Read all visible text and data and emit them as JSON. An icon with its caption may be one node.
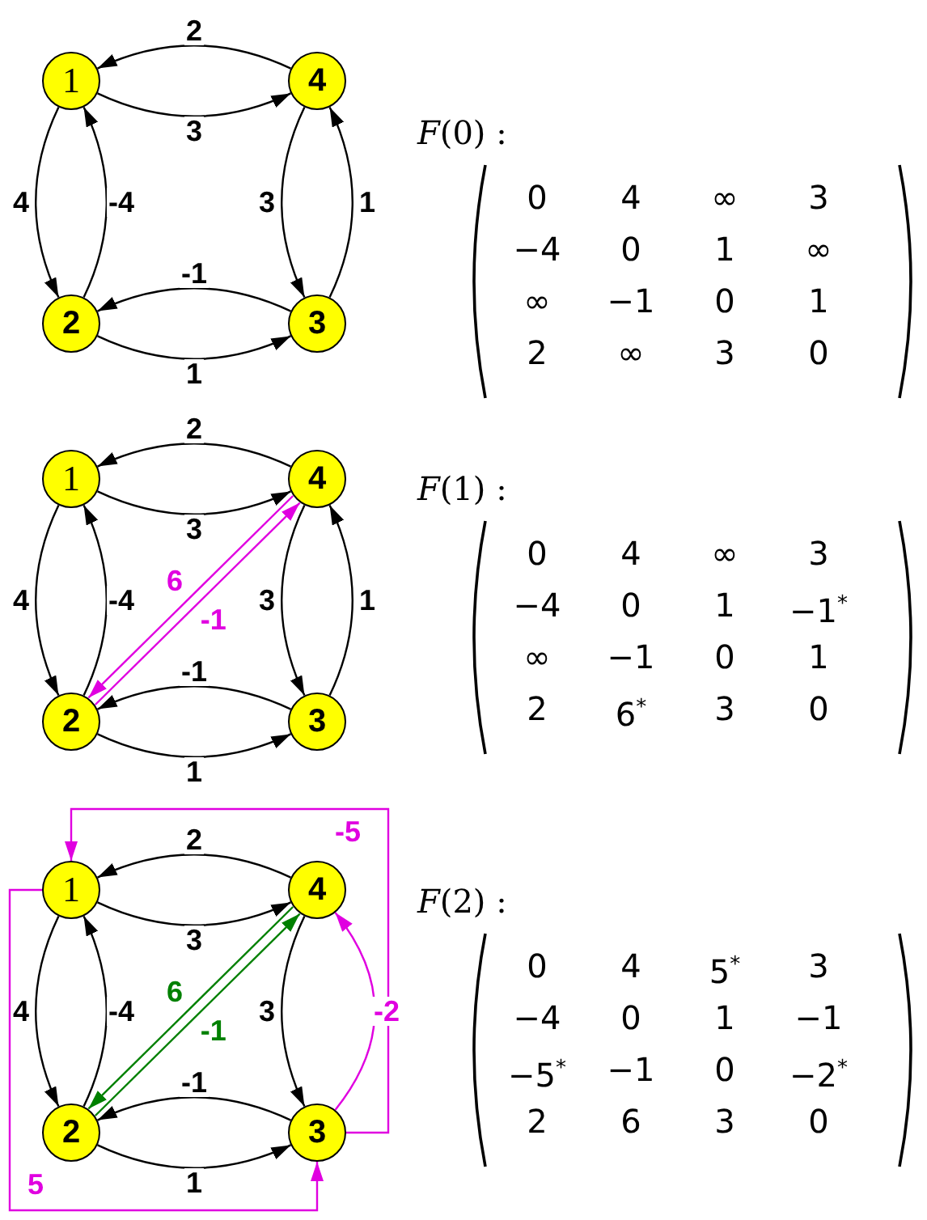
{
  "diagram": {
    "nodes": [
      {
        "text": [
          "1"
        ]
      },
      {
        "text": [
          "4"
        ]
      },
      {
        "text": [
          "2"
        ]
      },
      {
        "text": [
          "3"
        ]
      },
      {
        "text": [
          "1"
        ]
      },
      {
        "text": [
          "4"
        ]
      },
      {
        "text": [
          "2"
        ]
      },
      {
        "text": [
          "3"
        ]
      },
      {
        "text": [
          "1"
        ]
      },
      {
        "text": [
          "4"
        ]
      },
      {
        "text": [
          "2"
        ]
      },
      {
        "text": [
          "3"
        ]
      }
    ],
    "edges": [
      {
        "from": 1,
        "to": 0,
        "arrow": "to",
        "label": "2"
      },
      {
        "from": 0,
        "to": 1,
        "arrow": "to",
        "label": "3"
      },
      {
        "from": 0,
        "to": 2,
        "arrow": "to",
        "label": "4"
      },
      {
        "from": 2,
        "to": 0,
        "arrow": "to",
        "label": "-4"
      },
      {
        "from": 1,
        "to": 3,
        "arrow": "to",
        "label": "3"
      },
      {
        "from": 3,
        "to": 1,
        "arrow": "to",
        "label": "1"
      },
      {
        "from": 3,
        "to": 2,
        "arrow": "to",
        "label": "-1"
      },
      {
        "from": 2,
        "to": 3,
        "arrow": "to",
        "label": "1"
      },
      {
        "from": 5,
        "to": 4,
        "arrow": "to",
        "label": "2"
      },
      {
        "from": 4,
        "to": 5,
        "arrow": "to",
        "label": "3"
      },
      {
        "from": 4,
        "to": 6,
        "arrow": "to",
        "label": "4"
      },
      {
        "from": 6,
        "to": 4,
        "arrow": "to",
        "label": "-4"
      },
      {
        "from": 5,
        "to": 7,
        "arrow": "to",
        "label": "3"
      },
      {
        "from": 7,
        "to": 5,
        "arrow": "to",
        "label": "1"
      },
      {
        "from": 7,
        "to": 6,
        "arrow": "to",
        "label": "-1"
      },
      {
        "from": 6,
        "to": 7,
        "arrow": "to",
        "label": "1"
      },
      {
        "from": 5,
        "to": 6,
        "arrow": "to",
        "label": "6",
        "color": "#e000e0"
      },
      {
        "from": 6,
        "to": 5,
        "arrow": "to",
        "label": "-1",
        "color": "#e000e0"
      },
      {
        "from": 9,
        "to": 8,
        "arrow": "to",
        "label": "2"
      },
      {
        "from": 8,
        "to": 9,
        "arrow": "to",
        "label": "3"
      },
      {
        "from": 8,
        "to": 10,
        "arrow": "to",
        "label": "4"
      },
      {
        "from": 10,
        "to": 8,
        "arrow": "to",
        "label": "-4"
      },
      {
        "from": 9,
        "to": 11,
        "arrow": "to",
        "label": "3"
      },
      {
        "from": 11,
        "to": 9,
        "arrow": "to",
        "label": "-2",
        "color": "#e000e0"
      },
      {
        "from": 11,
        "to": 10,
        "arrow": "to",
        "label": "-1"
      },
      {
        "from": 10,
        "to": 11,
        "arrow": "to",
        "label": "1"
      },
      {
        "from": 9,
        "to": 10,
        "arrow": "to",
        "label": "6",
        "color": "#008000"
      },
      {
        "from": 10,
        "to": 9,
        "arrow": "to",
        "label": "-1",
        "color": "#008000"
      },
      {
        "from": 11,
        "to": 8,
        "arrow": "to",
        "label": "-5",
        "color": "#e000e0"
      },
      {
        "from": 8,
        "to": 11,
        "arrow": "to",
        "label": "5",
        "color": "#e000e0"
      }
    ],
    "labels": [
      "*F*(0) :",
      "0",
      "4",
      "∞",
      "3",
      "−4",
      "0",
      "1",
      "∞",
      "∞",
      "−1",
      "0",
      "1",
      "2",
      "∞",
      "3",
      "0",
      "*F*(1) :",
      "0",
      "4",
      "∞",
      "3",
      "−4",
      "0",
      "1",
      "−1$^{*}$",
      "∞",
      "−1",
      "0",
      "1",
      "2",
      "6$^{*}$",
      "3",
      "0",
      "*F*(2) :",
      "0",
      "4",
      "5$^{*}$",
      "3",
      "−4",
      "0",
      "1",
      "−1",
      "−5$^{*}$",
      "−1",
      "0",
      "−2$^{*}$",
      "2",
      "6",
      "3",
      "0"
    ]
  }
}
